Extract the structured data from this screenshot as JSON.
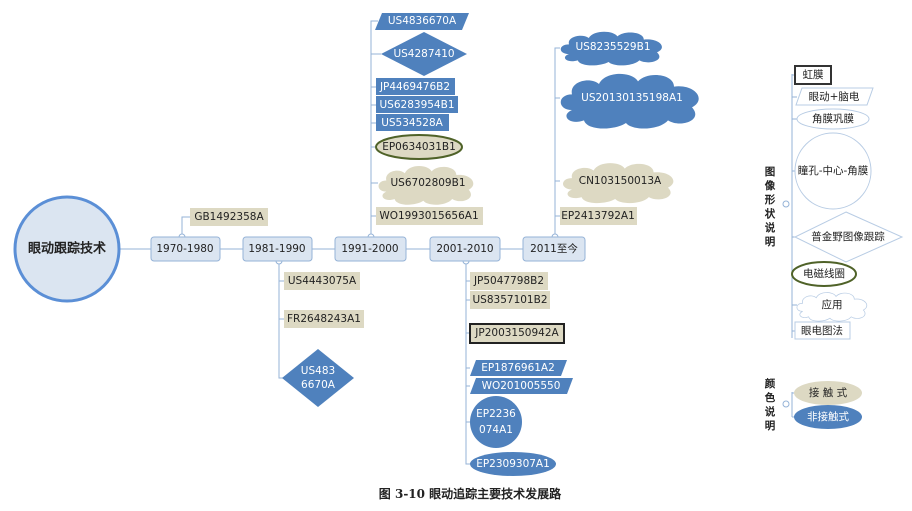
{
  "root": "眼动跟踪技术",
  "periods": [
    "1970-1980",
    "1981-1990",
    "1991-2000",
    "2001-2010",
    "2011至今"
  ],
  "p1970": [
    "GB1492358A"
  ],
  "p1981": [
    "US4443075A",
    "FR2648243A1",
    "US483",
    "6670A"
  ],
  "p1991": [
    "US4836670A",
    "US4287410",
    "JP4469476B2",
    "US6283954B1",
    "US534528A",
    "EP0634031B1",
    "US6702809B1",
    "WO1993015656A1"
  ],
  "p2001": [
    "JP5047798B2",
    "US8357101B2",
    "JP2003150942A",
    "EP1876961A2",
    "WO201005550",
    "EP2236",
    "074A1",
    "EP2309307A1"
  ],
  "p2011": [
    "US8235529B1",
    "US20130135198A1",
    "CN103150013A",
    "EP2413792A1"
  ],
  "legend_shape": {
    "title": [
      "图",
      "像",
      "形",
      "状",
      "说",
      "明"
    ],
    "items": [
      "虹膜",
      "眼动+脑电",
      "角膜巩膜",
      "瞳孔-中心-角膜",
      "普金野图像跟踪",
      "电磁线圈",
      "应用",
      "眼电图法"
    ]
  },
  "legend_color": {
    "title": [
      "颜",
      "色",
      "说",
      "明"
    ],
    "items": [
      "接 触 式",
      "非接触式"
    ]
  },
  "caption": "图 3-10 眼动追踪主要技术发展路",
  "colors": {
    "noncontact": "#4f81bd",
    "contact": "#ddd9c3",
    "timeline": "#dbe5f1",
    "line": "#95b3d7"
  }
}
